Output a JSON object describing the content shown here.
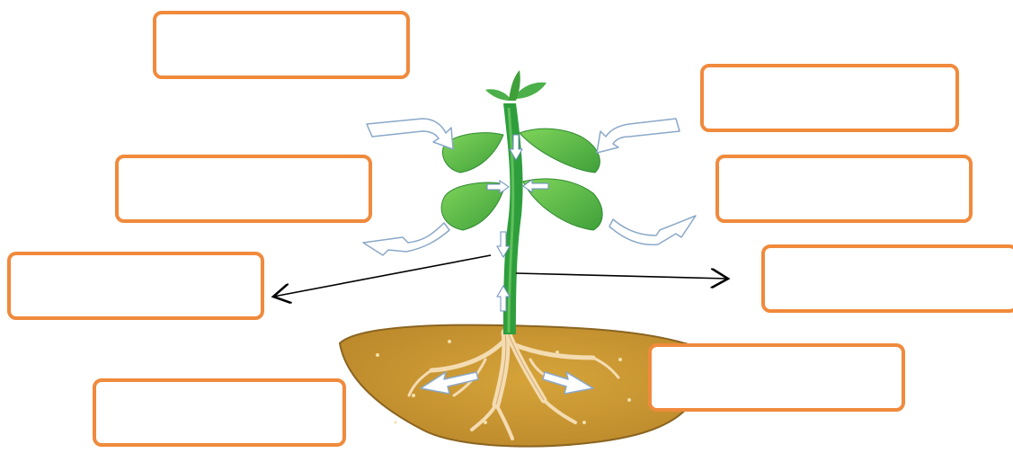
{
  "diagram": {
    "label_boxes": [
      {
        "id": "box-1",
        "text": ""
      },
      {
        "id": "box-2",
        "text": ""
      },
      {
        "id": "box-3",
        "text": ""
      },
      {
        "id": "box-4",
        "text": ""
      },
      {
        "id": "box-5",
        "text": ""
      },
      {
        "id": "box-6",
        "text": ""
      },
      {
        "id": "box-7",
        "text": ""
      },
      {
        "id": "box-8",
        "text": ""
      }
    ]
  },
  "colors": {
    "box_border": "#f08a3c",
    "leaf_green": "#62c44a",
    "stem_green": "#2e9e3c",
    "soil": "#c9962e",
    "root": "#f4dcb2"
  }
}
